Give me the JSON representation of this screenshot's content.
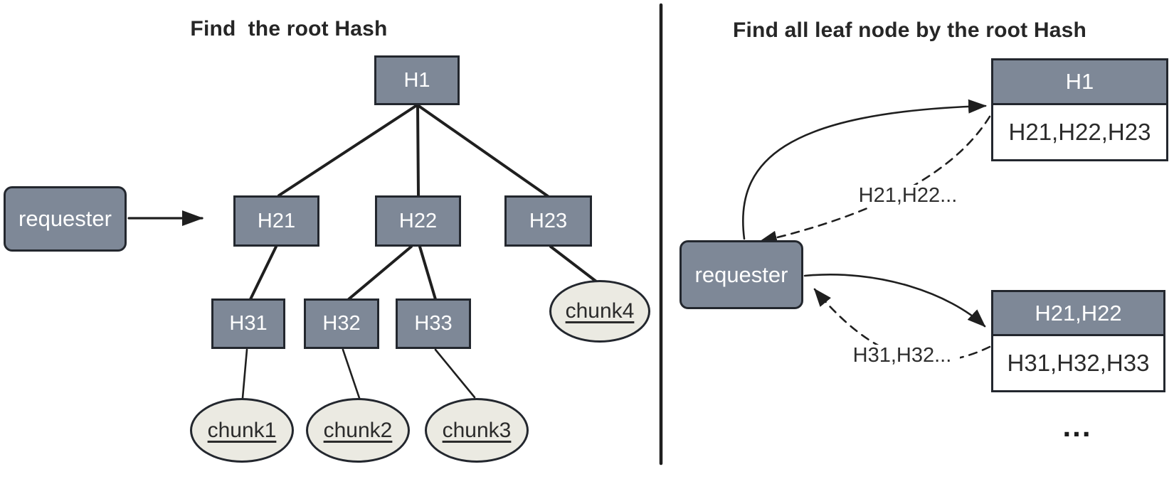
{
  "left_panel": {
    "title": "Find  the root Hash",
    "requester": "requester",
    "nodes": {
      "h1": "H1",
      "h21": "H21",
      "h22": "H22",
      "h23": "H23",
      "h31": "H31",
      "h32": "H32",
      "h33": "H33"
    },
    "chunks": {
      "chunk1": "chunk1",
      "chunk2": "chunk2",
      "chunk3": "chunk3",
      "chunk4": "chunk4"
    }
  },
  "right_panel": {
    "title": "Find all leaf node by the root Hash",
    "requester": "requester",
    "root_box": {
      "header": "H1",
      "body": "H21,H22,H23"
    },
    "branch_box": {
      "header": "H21,H22",
      "body": "H31,H32,H33"
    },
    "labels": {
      "root_response": "H21,H22...",
      "branch_response": "H31,H32..."
    },
    "more_indicator": "..."
  },
  "colors": {
    "node_fill": "#7e8897",
    "node_border": "#23272e",
    "chunk_fill": "#ebeae2",
    "line": "#1f1f1f",
    "background": "#ffffff"
  }
}
